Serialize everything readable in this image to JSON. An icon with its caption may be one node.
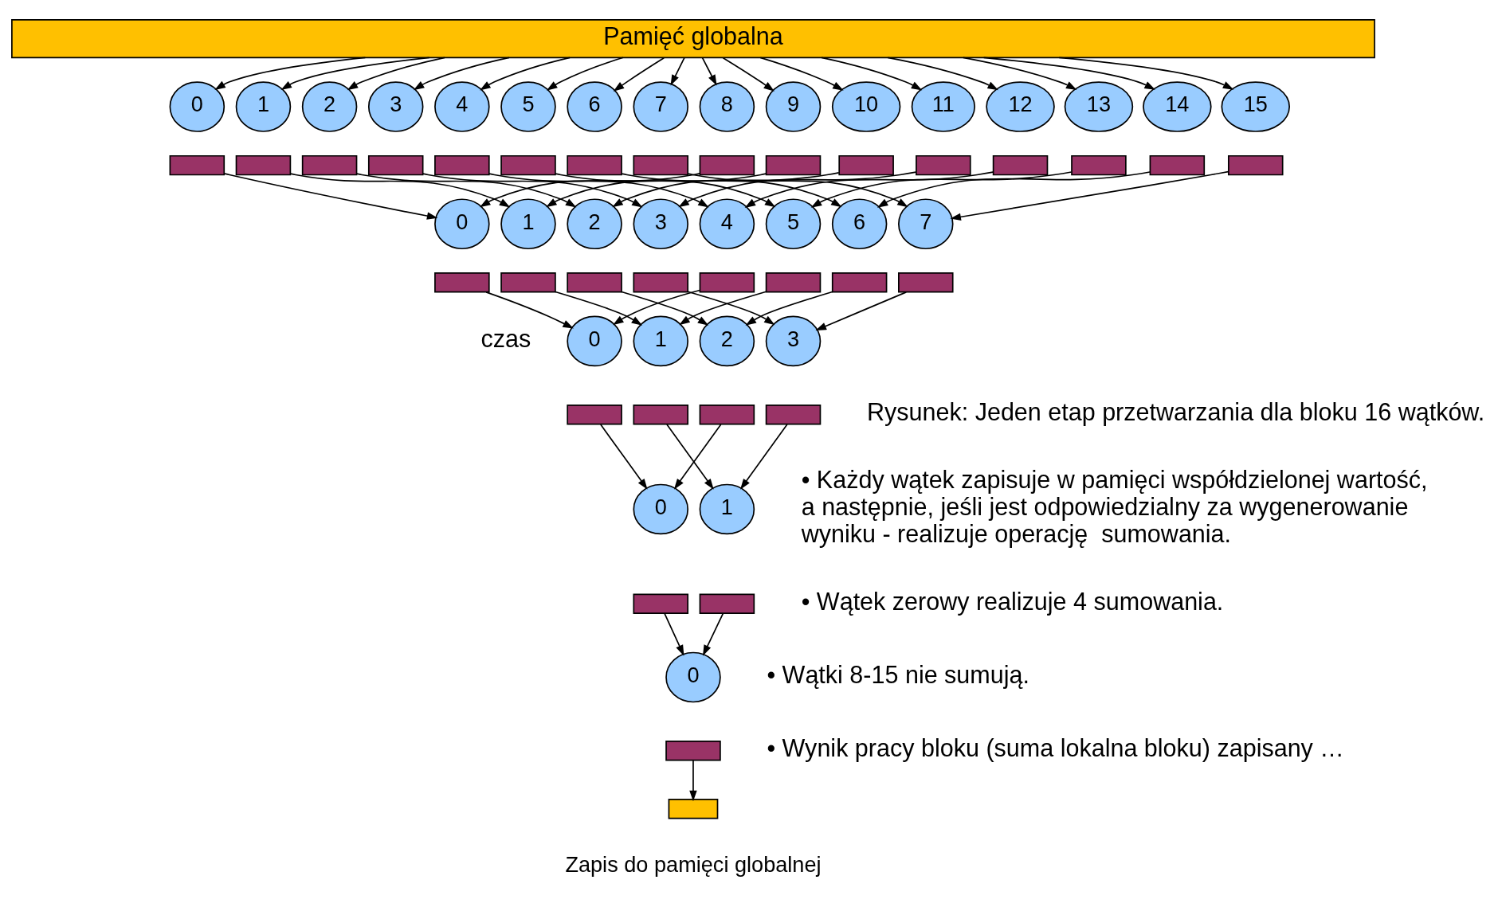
{
  "diagram": {
    "nodes": [
      {
        "text": [
          "Pamięć globalna"
        ]
      },
      {
        "text": [
          "0"
        ]
      },
      {
        "text": [
          "1"
        ]
      },
      {
        "text": [
          "2"
        ]
      },
      {
        "text": [
          "3"
        ]
      },
      {
        "text": [
          "4"
        ]
      },
      {
        "text": [
          "5"
        ]
      },
      {
        "text": [
          "6"
        ]
      },
      {
        "text": [
          "7"
        ]
      },
      {
        "text": [
          "8"
        ]
      },
      {
        "text": [
          "9"
        ]
      },
      {
        "text": [
          "10"
        ]
      },
      {
        "text": [
          "11"
        ]
      },
      {
        "text": [
          "12"
        ]
      },
      {
        "text": [
          "13"
        ]
      },
      {
        "text": [
          "14"
        ]
      },
      {
        "text": [
          "15"
        ]
      },
      {
        "text": [],
        "shape": "box"
      },
      {
        "text": [],
        "shape": "box"
      },
      {
        "text": [],
        "shape": "box"
      },
      {
        "text": [],
        "shape": "box"
      },
      {
        "text": [],
        "shape": "box"
      },
      {
        "text": [],
        "shape": "box"
      },
      {
        "text": [],
        "shape": "box"
      },
      {
        "text": [],
        "shape": "box"
      },
      {
        "text": [],
        "shape": "box"
      },
      {
        "text": [],
        "shape": "box"
      },
      {
        "text": [],
        "shape": "box"
      },
      {
        "text": [],
        "shape": "box"
      },
      {
        "text": [],
        "shape": "box"
      },
      {
        "text": [],
        "shape": "box"
      },
      {
        "text": [],
        "shape": "box"
      },
      {
        "text": [],
        "shape": "box"
      },
      {
        "text": [
          "0"
        ]
      },
      {
        "text": [
          "1"
        ]
      },
      {
        "text": [
          "2"
        ]
      },
      {
        "text": [
          "3"
        ]
      },
      {
        "text": [
          "4"
        ]
      },
      {
        "text": [
          "5"
        ]
      },
      {
        "text": [
          "6"
        ]
      },
      {
        "text": [
          "7"
        ]
      },
      {
        "text": [],
        "shape": "box"
      },
      {
        "text": [],
        "shape": "box"
      },
      {
        "text": [],
        "shape": "box"
      },
      {
        "text": [],
        "shape": "box"
      },
      {
        "text": [],
        "shape": "box"
      },
      {
        "text": [],
        "shape": "box"
      },
      {
        "text": [],
        "shape": "box"
      },
      {
        "text": [],
        "shape": "box"
      },
      {
        "text": [
          "0"
        ]
      },
      {
        "text": [
          "1"
        ]
      },
      {
        "text": [
          "2"
        ]
      },
      {
        "text": [
          "3"
        ]
      },
      {
        "text": [],
        "shape": "box"
      },
      {
        "text": [],
        "shape": "box"
      },
      {
        "text": [],
        "shape": "box"
      },
      {
        "text": [],
        "shape": "box"
      },
      {
        "text": [
          "0"
        ]
      },
      {
        "text": [
          "1"
        ]
      },
      {
        "text": [],
        "shape": "box"
      },
      {
        "text": [],
        "shape": "box"
      },
      {
        "text": [
          "0"
        ]
      },
      {
        "text": [],
        "shape": "box"
      },
      {
        "text": [],
        "shape": "box",
        "beside": [
          "Zapis do pamięci globalnej"
        ]
      }
    ],
    "edges": [
      {
        "from": 0,
        "to": 1,
        "arrow": "to"
      },
      {
        "from": 0,
        "to": 2,
        "arrow": "to"
      },
      {
        "from": 0,
        "to": 3,
        "arrow": "to"
      },
      {
        "from": 0,
        "to": 4,
        "arrow": "to"
      },
      {
        "from": 0,
        "to": 5,
        "arrow": "to"
      },
      {
        "from": 0,
        "to": 6,
        "arrow": "to"
      },
      {
        "from": 0,
        "to": 7,
        "arrow": "to"
      },
      {
        "from": 0,
        "to": 8,
        "arrow": "to"
      },
      {
        "from": 0,
        "to": 9,
        "arrow": "to"
      },
      {
        "from": 0,
        "to": 10,
        "arrow": "to"
      },
      {
        "from": 0,
        "to": 11,
        "arrow": "to"
      },
      {
        "from": 0,
        "to": 12,
        "arrow": "to"
      },
      {
        "from": 0,
        "to": 13,
        "arrow": "to"
      },
      {
        "from": 0,
        "to": 14,
        "arrow": "to"
      },
      {
        "from": 0,
        "to": 15,
        "arrow": "to"
      },
      {
        "from": 0,
        "to": 16,
        "arrow": "to"
      },
      {
        "from": 17,
        "to": 33,
        "arrow": "to"
      },
      {
        "from": 25,
        "to": 33,
        "arrow": "to"
      },
      {
        "from": 18,
        "to": 34,
        "arrow": "to"
      },
      {
        "from": 26,
        "to": 34,
        "arrow": "to"
      },
      {
        "from": 19,
        "to": 35,
        "arrow": "to"
      },
      {
        "from": 27,
        "to": 35,
        "arrow": "to"
      },
      {
        "from": 20,
        "to": 36,
        "arrow": "to"
      },
      {
        "from": 28,
        "to": 36,
        "arrow": "to"
      },
      {
        "from": 21,
        "to": 37,
        "arrow": "to"
      },
      {
        "from": 29,
        "to": 37,
        "arrow": "to"
      },
      {
        "from": 22,
        "to": 38,
        "arrow": "to"
      },
      {
        "from": 30,
        "to": 38,
        "arrow": "to"
      },
      {
        "from": 23,
        "to": 39,
        "arrow": "to"
      },
      {
        "from": 31,
        "to": 39,
        "arrow": "to"
      },
      {
        "from": 24,
        "to": 40,
        "arrow": "to"
      },
      {
        "from": 32,
        "to": 40,
        "arrow": "to"
      },
      {
        "from": 41,
        "to": 49,
        "arrow": "to"
      },
      {
        "from": 45,
        "to": 49,
        "arrow": "to"
      },
      {
        "from": 42,
        "to": 50,
        "arrow": "to"
      },
      {
        "from": 46,
        "to": 50,
        "arrow": "to"
      },
      {
        "from": 43,
        "to": 51,
        "arrow": "to"
      },
      {
        "from": 47,
        "to": 51,
        "arrow": "to"
      },
      {
        "from": 44,
        "to": 52,
        "arrow": "to"
      },
      {
        "from": 48,
        "to": 52,
        "arrow": "to"
      },
      {
        "from": 53,
        "to": 57,
        "arrow": "to"
      },
      {
        "from": 55,
        "to": 57,
        "arrow": "to"
      },
      {
        "from": 54,
        "to": 58,
        "arrow": "to"
      },
      {
        "from": 56,
        "to": 58,
        "arrow": "to"
      },
      {
        "from": 59,
        "to": 61,
        "arrow": "to"
      },
      {
        "from": 60,
        "to": 61,
        "arrow": "to"
      },
      {
        "from": 62,
        "to": 63,
        "arrow": "to"
      }
    ],
    "labels": [
      "czas",
      "Rysunek: Jeden etap przetwarzania dla bloku 16 wątków.",
      "• Każdy wątek zapisuje w pamięci współdzielonej wartość, a następnie, jeśli jest odpowiedzialny za wygenerowanie wyniku - realizuje operację  sumowania.",
      "• Wątek zerowy realizuje 4 sumowania.",
      "• Wątki 8-15 nie sumują.",
      "• Wynik pracy bloku (suma lokalna bloku) zapisany …"
    ]
  }
}
